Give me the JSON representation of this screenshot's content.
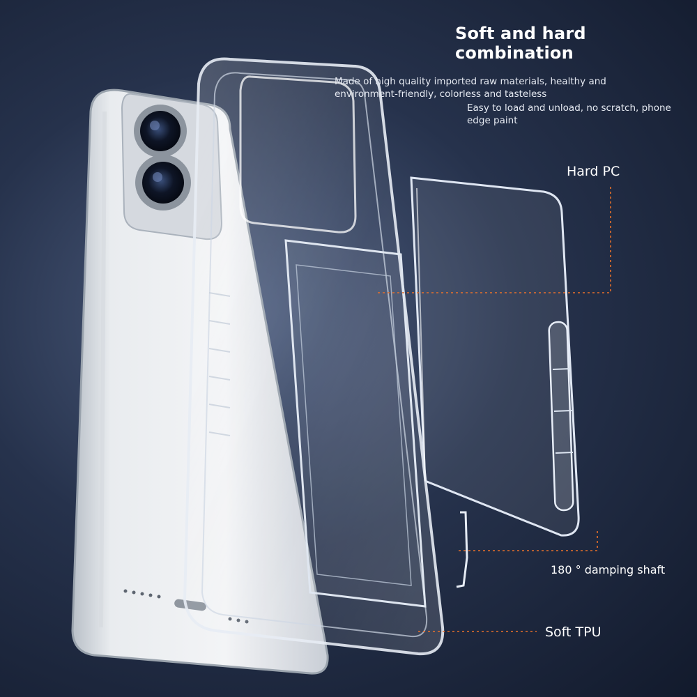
{
  "headline": "Soft and hard combination",
  "descriptions": {
    "materials": "Made of high quality imported raw materials, healthy and environment-friendly, colorless and tasteless",
    "loading": "Easy to load and unload, no scratch, phone edge paint"
  },
  "callouts": {
    "hard_pc": "Hard PC",
    "damping_shaft": "180 ° damping shaft",
    "soft_tpu": "Soft TPU"
  },
  "colors": {
    "background_dark": "#121a2c",
    "background_light": "#4f5f80",
    "callout_line": "#e8702a",
    "text": "#ffffff"
  }
}
